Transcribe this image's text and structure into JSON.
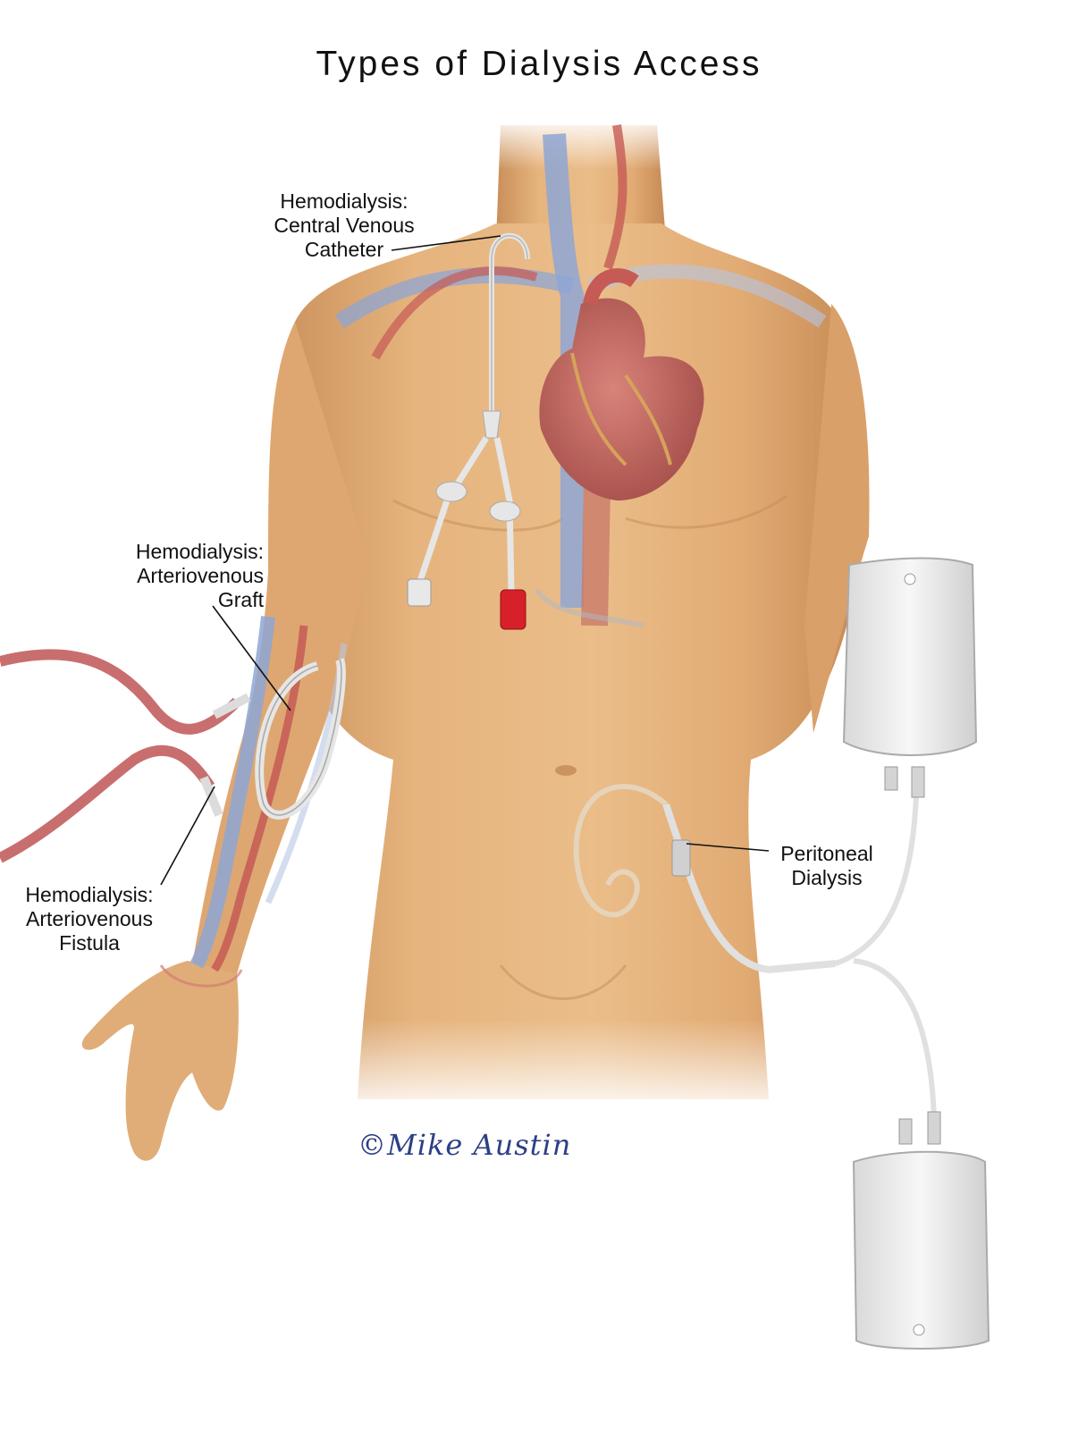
{
  "title": "Types of Dialysis Access",
  "labels": {
    "central_venous_catheter": [
      "Hemodialysis:",
      "Central Venous",
      "Catheter"
    ],
    "arteriovenous_graft": [
      "Hemodialysis:",
      "Arteriovenous",
      "Graft"
    ],
    "arteriovenous_fistula": [
      "Hemodialysis:",
      "Arteriovenous",
      "Fistula"
    ],
    "peritoneal_dialysis": [
      "Peritoneal",
      "Dialysis"
    ]
  },
  "signature": "©Mike Austin",
  "colors": {
    "skin": "#e3b07a",
    "skin_shadow": "#c98f5a",
    "artery": "#c65a55",
    "vein": "#8ea6d4",
    "catheter": "#e8e8e8",
    "red_cap": "#d8202a",
    "signature": "#2c3f86"
  }
}
